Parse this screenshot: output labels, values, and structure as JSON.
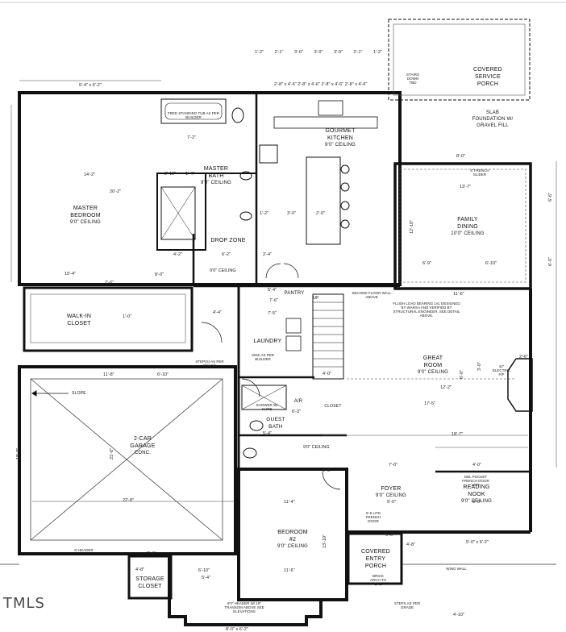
{
  "rooms": {
    "covered_service_porch": [
      "COVERED",
      "SERVICE",
      "PORCH"
    ],
    "slab_foundation": [
      "SLAB",
      "FOUNDATION W/",
      "GRAVEL FILL"
    ],
    "gourmet_kitchen": [
      "GOURMET",
      "KITCHEN",
      "9'0\" CEILING"
    ],
    "master_bath": [
      "MASTER",
      "BATH",
      "9'0\" CEILING"
    ],
    "master_bedroom": [
      "MASTER",
      "BEDROOM",
      "9'0\" CEILING"
    ],
    "family_dining": [
      "FAMILY",
      "DINING",
      "10'0\" CEILING"
    ],
    "drop_zone": "DROP ZONE",
    "walk_in_closet": [
      "WALK-IN",
      "CLOSET"
    ],
    "pantry": "PANTRY",
    "laundry": "LAUNDRY",
    "great_room": [
      "GREAT",
      "ROOM",
      "9'0\" CEILING"
    ],
    "two_car_garage": [
      "2-CAR",
      "GARAGE",
      "CONC."
    ],
    "guest_bath": [
      "GUEST",
      "BATH"
    ],
    "foyer": [
      "FOYER",
      "9'0\" CEILING"
    ],
    "reading_nook": [
      "READING",
      "NOOK",
      "9'0\" CEILING"
    ],
    "bedroom_2": [
      "BEDROOM",
      "#2",
      "9'0\" CEILING"
    ],
    "covered_entry_porch": [
      "COVERED",
      "ENTRY",
      "PORCH"
    ],
    "storage_closet": [
      "STORAGE",
      "CLOSET"
    ],
    "air": "A/R",
    "closet": "CLOSET",
    "slope": "SLOPE",
    "up": "UP"
  },
  "ceilings": {
    "master_bed_hall": "9'0\" CEILING",
    "guest_hall": "9'0\" CEILING"
  },
  "dimensions": {
    "top_service_porch_row": [
      "1'-2\"",
      "2'-1\"",
      "3'-0\"",
      "3'-0\"",
      "3'-0\"",
      "2'-1\"",
      "1'-2\""
    ],
    "kitchen_windows": "2'-8\" x 4'-6\"  2'-8\" x 4'-6\"  2'-8\" x 4'-6\"  2'-8\" x 4'-6\"",
    "master_window_top": "5'-4\" x 6'-2\"",
    "master_width": "14'-2\"",
    "master_depth": "20'-2\"",
    "master_low": "10'-4\"",
    "bath_7_2": "7'-2\"",
    "bath_2_10": "2'-10\"",
    "bath_1_4": "1'-4\"",
    "bath_4_2": "4'-2\"",
    "bath_6_2": "6'-2\"",
    "bath_2_4": "2'-4\"",
    "kitchen_3_0": "3'-0\"",
    "kitchen_2_0": "2'-0\"",
    "kitchen_1_2": "1'-2\"",
    "dining_8_0": "8'-0\"",
    "dining_13_7": "13'-7\"",
    "dining_6_9": "6'-9\"",
    "dining_6_10": "6'-10\"",
    "dining_11_6": "11'-6\"",
    "dining_6_6": "6'-6\"",
    "dining_6_5": "6'-5\"",
    "dining_12_10": "12'-10\"",
    "pantry_5_4": "5'-4\"",
    "pantry_7_6": "7'-6\"",
    "laundry_7_5": "7'-5\"",
    "laundry_4_4": "4'-4\"",
    "garage_11_8": "11'-8\"",
    "garage_6_10": "6'-10\"",
    "garage_22_8": "22'-8\"",
    "garage_21_6": "21'-6\"",
    "garage_18_0": "18'-0\"",
    "great_17_5": "17'-5\"",
    "great_18_7": "18'-7\"",
    "great_12_2": "12'-2\"",
    "great_4_0": "4'-0\"",
    "foyer_7_0": "7'-0\"",
    "foyer_9_0": "9'-0\"",
    "bed2_11_4": "11'-4\"",
    "bed2_11_6": "11'-6\"",
    "bed2_13_10": "13'-10\"",
    "reading_9_8": "9'-8\"",
    "reading_4_0": "4'-0\"",
    "entry_5_0": "5'-0\"",
    "entry_4_8": "4'-8\"",
    "bottom_window": "8'-0\" x 6'-2\"",
    "bottom_4_10": "4'-10\"",
    "walkin_2_6": "2'-6\"",
    "walkin_8_0": "8'-0\"",
    "walkin_1_0": "1'-0\"",
    "storage_4_8": "4'-8\"",
    "storage_2_4": "2'-4\"",
    "storage_6_10": "6'-10\"",
    "storage_5_4": "5'-4\"",
    "guest_6_3": "6'-3\"",
    "guest_5_4": "5'-4\"",
    "guest_2_8": "2'-8\"",
    "right_3_0": "3'-0\"",
    "right_6_0": "6'-0\"",
    "right_2_6": "2'-6\"",
    "right_window": "5'-0\" x 6'-2\""
  },
  "notes": {
    "free_standing_tub": "FREE-STANDING TUB AS PER BUILDER",
    "stairs_down": "STAIRS DOWN TBD",
    "second_floor_wall": "SECOND FLOOR WALL ABOVE",
    "flush_beam": "FLUSH LOAD BEARING LVL DESIGNED BY WARSA AND VERIFIED BY STRUCTURAL ENGINEER. SEE DETAIL ABOVE.",
    "french_sliding": "8' FRENCH SLIDER",
    "french_door": "5'-6 LITE FRENCH DOOR",
    "pocket_french": "DBL POCKET FRENCH DOOR UNIT",
    "brick_arch": "BRICK ARCH TO EYE",
    "steps_grade": "STEPS AS PER GRADE",
    "sink_builder": "SINK AS PER BUILDER",
    "shower": "SHOWER W/ CURB",
    "steps_grade_garage": "STEP(S) AS PER GRADE",
    "fireplace": "42\" ELECTRIC F/P",
    "wing_wall": "WING WALL",
    "header_8": "8' HEADER",
    "bedroom_transom": "8'0\" HEADER W/ 18\" TRANSOM ABOVE SEE ELEVATIONS"
  },
  "watermark": "TMLS"
}
